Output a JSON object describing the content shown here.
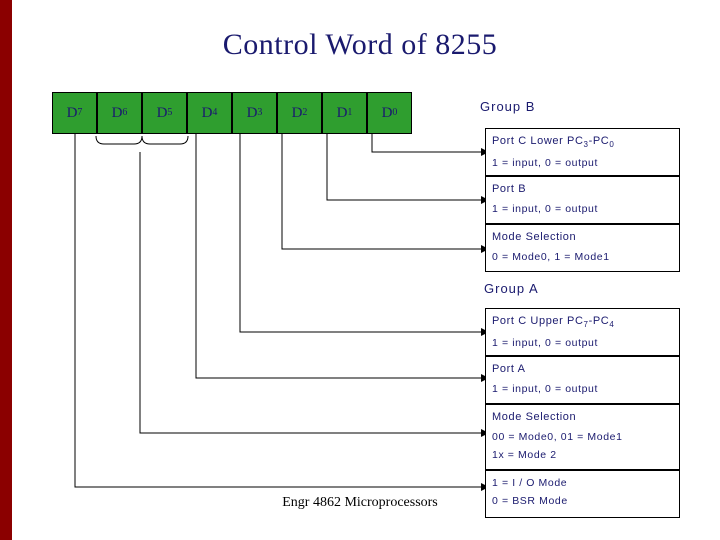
{
  "title": "Control Word of 8255",
  "footer": "Engr 4862 Microprocessors",
  "colors": {
    "band": "#8b0000",
    "bit_box": "#2f9e2f",
    "text_blue": "#1a1a6e"
  },
  "bits": [
    {
      "name": "D",
      "sub": "7"
    },
    {
      "name": "D",
      "sub": "6"
    },
    {
      "name": "D",
      "sub": "5"
    },
    {
      "name": "D",
      "sub": "4"
    },
    {
      "name": "D",
      "sub": "3"
    },
    {
      "name": "D",
      "sub": "2"
    },
    {
      "name": "D",
      "sub": "1"
    },
    {
      "name": "D",
      "sub": "0"
    }
  ],
  "groups": {
    "b_label": "Group B",
    "a_label": "Group A"
  },
  "boxes": [
    {
      "id": "port-c-lower",
      "title_pre": "Port C Lower PC",
      "title_sub1": "3",
      "title_mid": "-PC",
      "title_sub2": "0",
      "lines": [
        "1 = input,  0 = output"
      ]
    },
    {
      "id": "port-b",
      "title": "Port B",
      "lines": [
        "1 = input,  0 = output"
      ]
    },
    {
      "id": "mode-selection-b",
      "title": "Mode Selection",
      "lines": [
        "0 = Mode0,  1 = Mode1"
      ]
    },
    {
      "id": "port-c-upper",
      "title_pre": "Port C Upper PC",
      "title_sub1": "7",
      "title_mid": "-PC",
      "title_sub2": "4",
      "lines": [
        "1 = input,  0 = output"
      ]
    },
    {
      "id": "port-a",
      "title": "Port A",
      "lines": [
        "1 = input,  0 = output"
      ]
    },
    {
      "id": "mode-selection-a",
      "title": "Mode Selection",
      "lines": [
        "00 = Mode0,  01 = Mode1",
        "1x = Mode 2"
      ]
    },
    {
      "id": "io-bsr-mode",
      "lines": [
        "1 = I / O Mode",
        "0 = BSR Mode"
      ]
    }
  ]
}
